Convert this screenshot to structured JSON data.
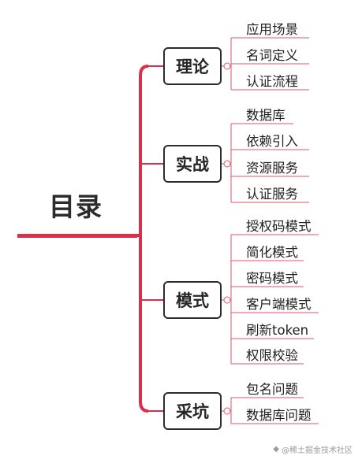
{
  "root": {
    "title": "目录"
  },
  "branches": [
    {
      "label": "理论",
      "items": [
        "应用场景",
        "名词定义",
        "认证流程"
      ]
    },
    {
      "label": "实战",
      "items": [
        "数据库",
        "依赖引入",
        "资源服务",
        "认证服务"
      ]
    },
    {
      "label": "模式",
      "items": [
        "授权码模式",
        "简化模式",
        "密码模式",
        "客户端模式",
        "刷新token",
        "权限校验"
      ]
    },
    {
      "label": "采坑",
      "items": [
        "包名问题",
        "数据库问题"
      ]
    }
  ],
  "watermark": {
    "text": "@稀土掘金技术社区",
    "icon": "juejin-logo-icon"
  },
  "colors": {
    "accent": "#d8304a",
    "thin": "#e1556a",
    "border": "#2c2c2c"
  }
}
